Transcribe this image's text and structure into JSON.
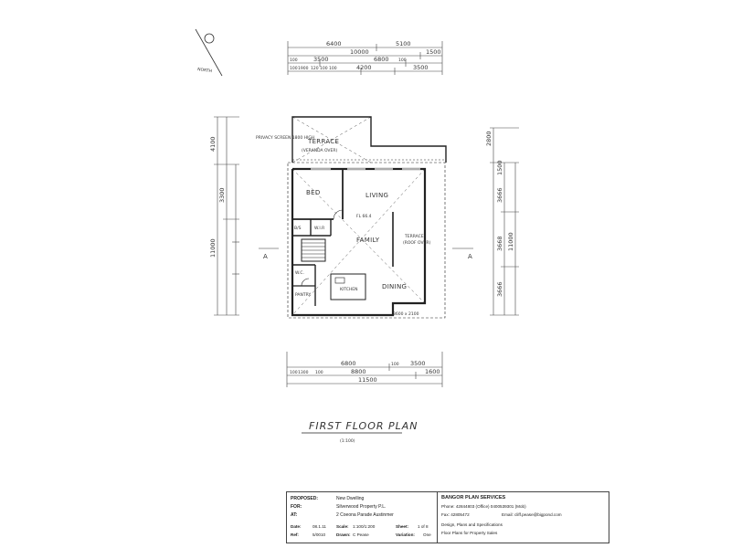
{
  "north": {
    "label": "NORTH"
  },
  "top_dims": {
    "row1": [
      "6400",
      "5100"
    ],
    "row2": [
      "10000",
      "1500"
    ],
    "row3": [
      "3500",
      "6800"
    ],
    "row4": [
      "4200",
      "3500"
    ],
    "row4_smalls": [
      "100",
      "1900",
      "120",
      "100",
      "100"
    ],
    "row3_smalls": [
      "100",
      "100"
    ]
  },
  "left_dims": [
    "4100",
    "3300",
    "11000"
  ],
  "right_dims": [
    "2800",
    "1500",
    "3666",
    "3668",
    "11000",
    "3666"
  ],
  "bottom_dims": {
    "row1": [
      "6800",
      "100",
      "3500"
    ],
    "row2": [
      "8800",
      "1600"
    ],
    "row3": [
      "11500"
    ],
    "smalls": [
      "100",
      "1300",
      "100"
    ]
  },
  "rooms": {
    "terrace": "TERRACE",
    "terrace_sub": "(VERANDA OVER)",
    "screen_note": "PRIVACY SCREEN 1800 HIGH",
    "bed": "BED",
    "living": "LIVING",
    "bath": "B/S",
    "wir": "W.I.R",
    "family": "FAMILY",
    "terrace2": "TERRACE",
    "terrace2_sub": "(ROOF OVER)",
    "wc": "W.C.",
    "kitchen": "KITCHEN",
    "pantry": "PANTRY",
    "dining": "DINING",
    "fl_level": "FL 66.4",
    "opening_dim": "3600 x 2100"
  },
  "section_markers": [
    "A",
    "A"
  ],
  "plan_title": "FIRST FLOOR PLAN",
  "plan_scale": "(1:100)",
  "title_block": {
    "proposed_label": "PROPOSED:",
    "proposed_value": "New Dwelling",
    "for_label": "FOR:",
    "for_value": "Silverwood Property P.L.",
    "at_label": "AT:",
    "at_value": "2 Coeona Parade Austinmer",
    "date_label": "Date:",
    "date_value": "08.1.11",
    "scale_label": "Scale:",
    "scale_value": "1:100/1:200",
    "sheet_label": "Sheet:",
    "sheet_value": "1 of 8",
    "ref_label": "Ref:",
    "ref_value": "5/0010",
    "drawn_label": "Drawn:",
    "drawn_value": "C Pease",
    "variation_label": "Variation:",
    "variation_value": "One",
    "company": "BANGOR PLAN SERVICES",
    "phone": "Phone: 42844803 (Office) 0400539301 (Mob)",
    "fax": "Fax: 42805472",
    "email": "Email: cliff.pease@bigpond.com",
    "services1": "Design, Plans and Specifications",
    "services2": "Floor Plans for Property Sales"
  }
}
